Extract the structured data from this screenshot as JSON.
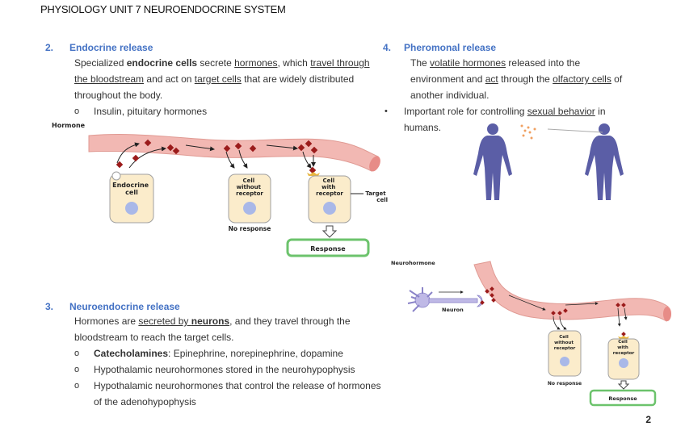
{
  "header": {
    "title": "PHYSIOLOGY UNIT 7 NEUROENDOCRINE SYSTEM"
  },
  "colors": {
    "heading_blue": "#4472c4",
    "vessel": "#f2b8b3",
    "hormone": "#9b1b1b",
    "cell_fill": "#fbeccb",
    "nucleus": "#a9b8e8",
    "response_border": "#6cc36c",
    "human": "#5b5ea6"
  },
  "section2": {
    "number": "2.",
    "title": "Endocrine release",
    "text": {
      "p1": "Specialized ",
      "b1": "endocrine cells",
      "p2": " secrete ",
      "u1": "hormones",
      "p3": ", which ",
      "u2": "travel through the bloodstream",
      "p4": " and act on ",
      "u3": "target cells",
      "p5": " that are widely distributed throughout the body."
    },
    "bullets": [
      "Insulin, pituitary hormones"
    ],
    "diagram": {
      "hormone_label": "Hormone",
      "endocrine_cell": [
        "Endocrine",
        "cell"
      ],
      "cell_without_receptor": [
        "Cell",
        "without",
        "receptor"
      ],
      "cell_with_receptor": [
        "Cell",
        "with",
        "receptor"
      ],
      "target_cell": [
        "Target",
        "cell"
      ],
      "no_response": "No response",
      "response": "Response"
    }
  },
  "section3": {
    "number": "3.",
    "title": "Neuroendocrine release",
    "text": {
      "p1": "Hormones are ",
      "u1": "secreted by ",
      "ub1": "neurons",
      "p2": ", and they travel through the bloodstream to reach the target cells."
    },
    "bullets": [
      {
        "bold": "Catecholamines",
        "text": ": Epinephrine, norepinephrine, dopamine"
      },
      {
        "bold": "",
        "text": "Hypothalamic neurohormones stored in the neurohypophysis"
      },
      {
        "bold": "",
        "text": "Hypothalamic neurohormones that control the release of hormones of the adenohypophysis"
      }
    ],
    "diagram": {
      "neurohormone_label": "Neurohormone",
      "neuron_label": "Neuron",
      "cell_without_receptor": [
        "Cell",
        "without",
        "receptor"
      ],
      "cell_with_receptor": [
        "Cell",
        "with",
        "receptor"
      ],
      "no_response": "No response",
      "response": "Response"
    }
  },
  "section4": {
    "number": "4.",
    "title": "Pheromonal release",
    "text": {
      "p1": "The ",
      "u1": "volatile hormones",
      "p2": " released into the environment and ",
      "u2": "act",
      "p3": " through the ",
      "u3": "olfactory cells",
      "p4": " of another individual."
    },
    "bullets": [
      {
        "pre": "Important role for controlling ",
        "u": "sexual behavior",
        "post": " in humans."
      }
    ]
  },
  "page_number": "2"
}
